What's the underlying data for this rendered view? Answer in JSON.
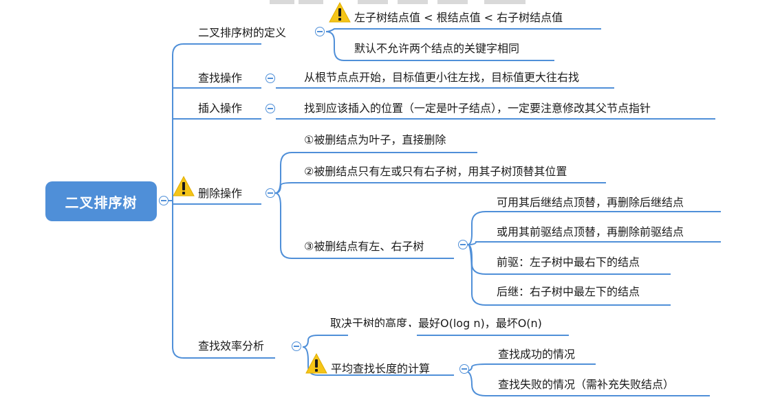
{
  "root": "二叉排序树",
  "branches": {
    "definition": {
      "label": "二叉排序树的定义",
      "children": [
        "左子树结点值 < 根结点值 < 右子树结点值",
        "默认不允许两个结点的关键字相同"
      ]
    },
    "search": {
      "label": "查找操作",
      "child": "从根节点点开始，目标值更小往左找，目标值更大往右找"
    },
    "insert": {
      "label": "插入操作",
      "child": "找到应该插入的位置（一定是叶子结点），一定要注意修改其父节点指针"
    },
    "delete": {
      "label": "删除操作",
      "children": [
        "①被删结点为叶子，直接删除",
        "②被删结点只有左或只有右子树，用其子树顶替其位置",
        "③被删结点有左、右子树"
      ],
      "case3": [
        "可用其后继结点顶替，再删除后继结点",
        "或用其前驱结点顶替，再删除前驱结点",
        "前驱：左子树中最右下的结点",
        "后继：右子树中最左下的结点"
      ]
    },
    "efficiency": {
      "label": "查找效率分析",
      "children": [
        "取决于树的高度，最好O(log n)，最坏O(n)",
        "平均查找长度的计算"
      ],
      "asl": [
        "查找成功的情况",
        "查找失败的情况（需补充失败结点）"
      ]
    }
  },
  "colors": {
    "accent": "#4f8fd8",
    "warning": "#f5c518"
  }
}
